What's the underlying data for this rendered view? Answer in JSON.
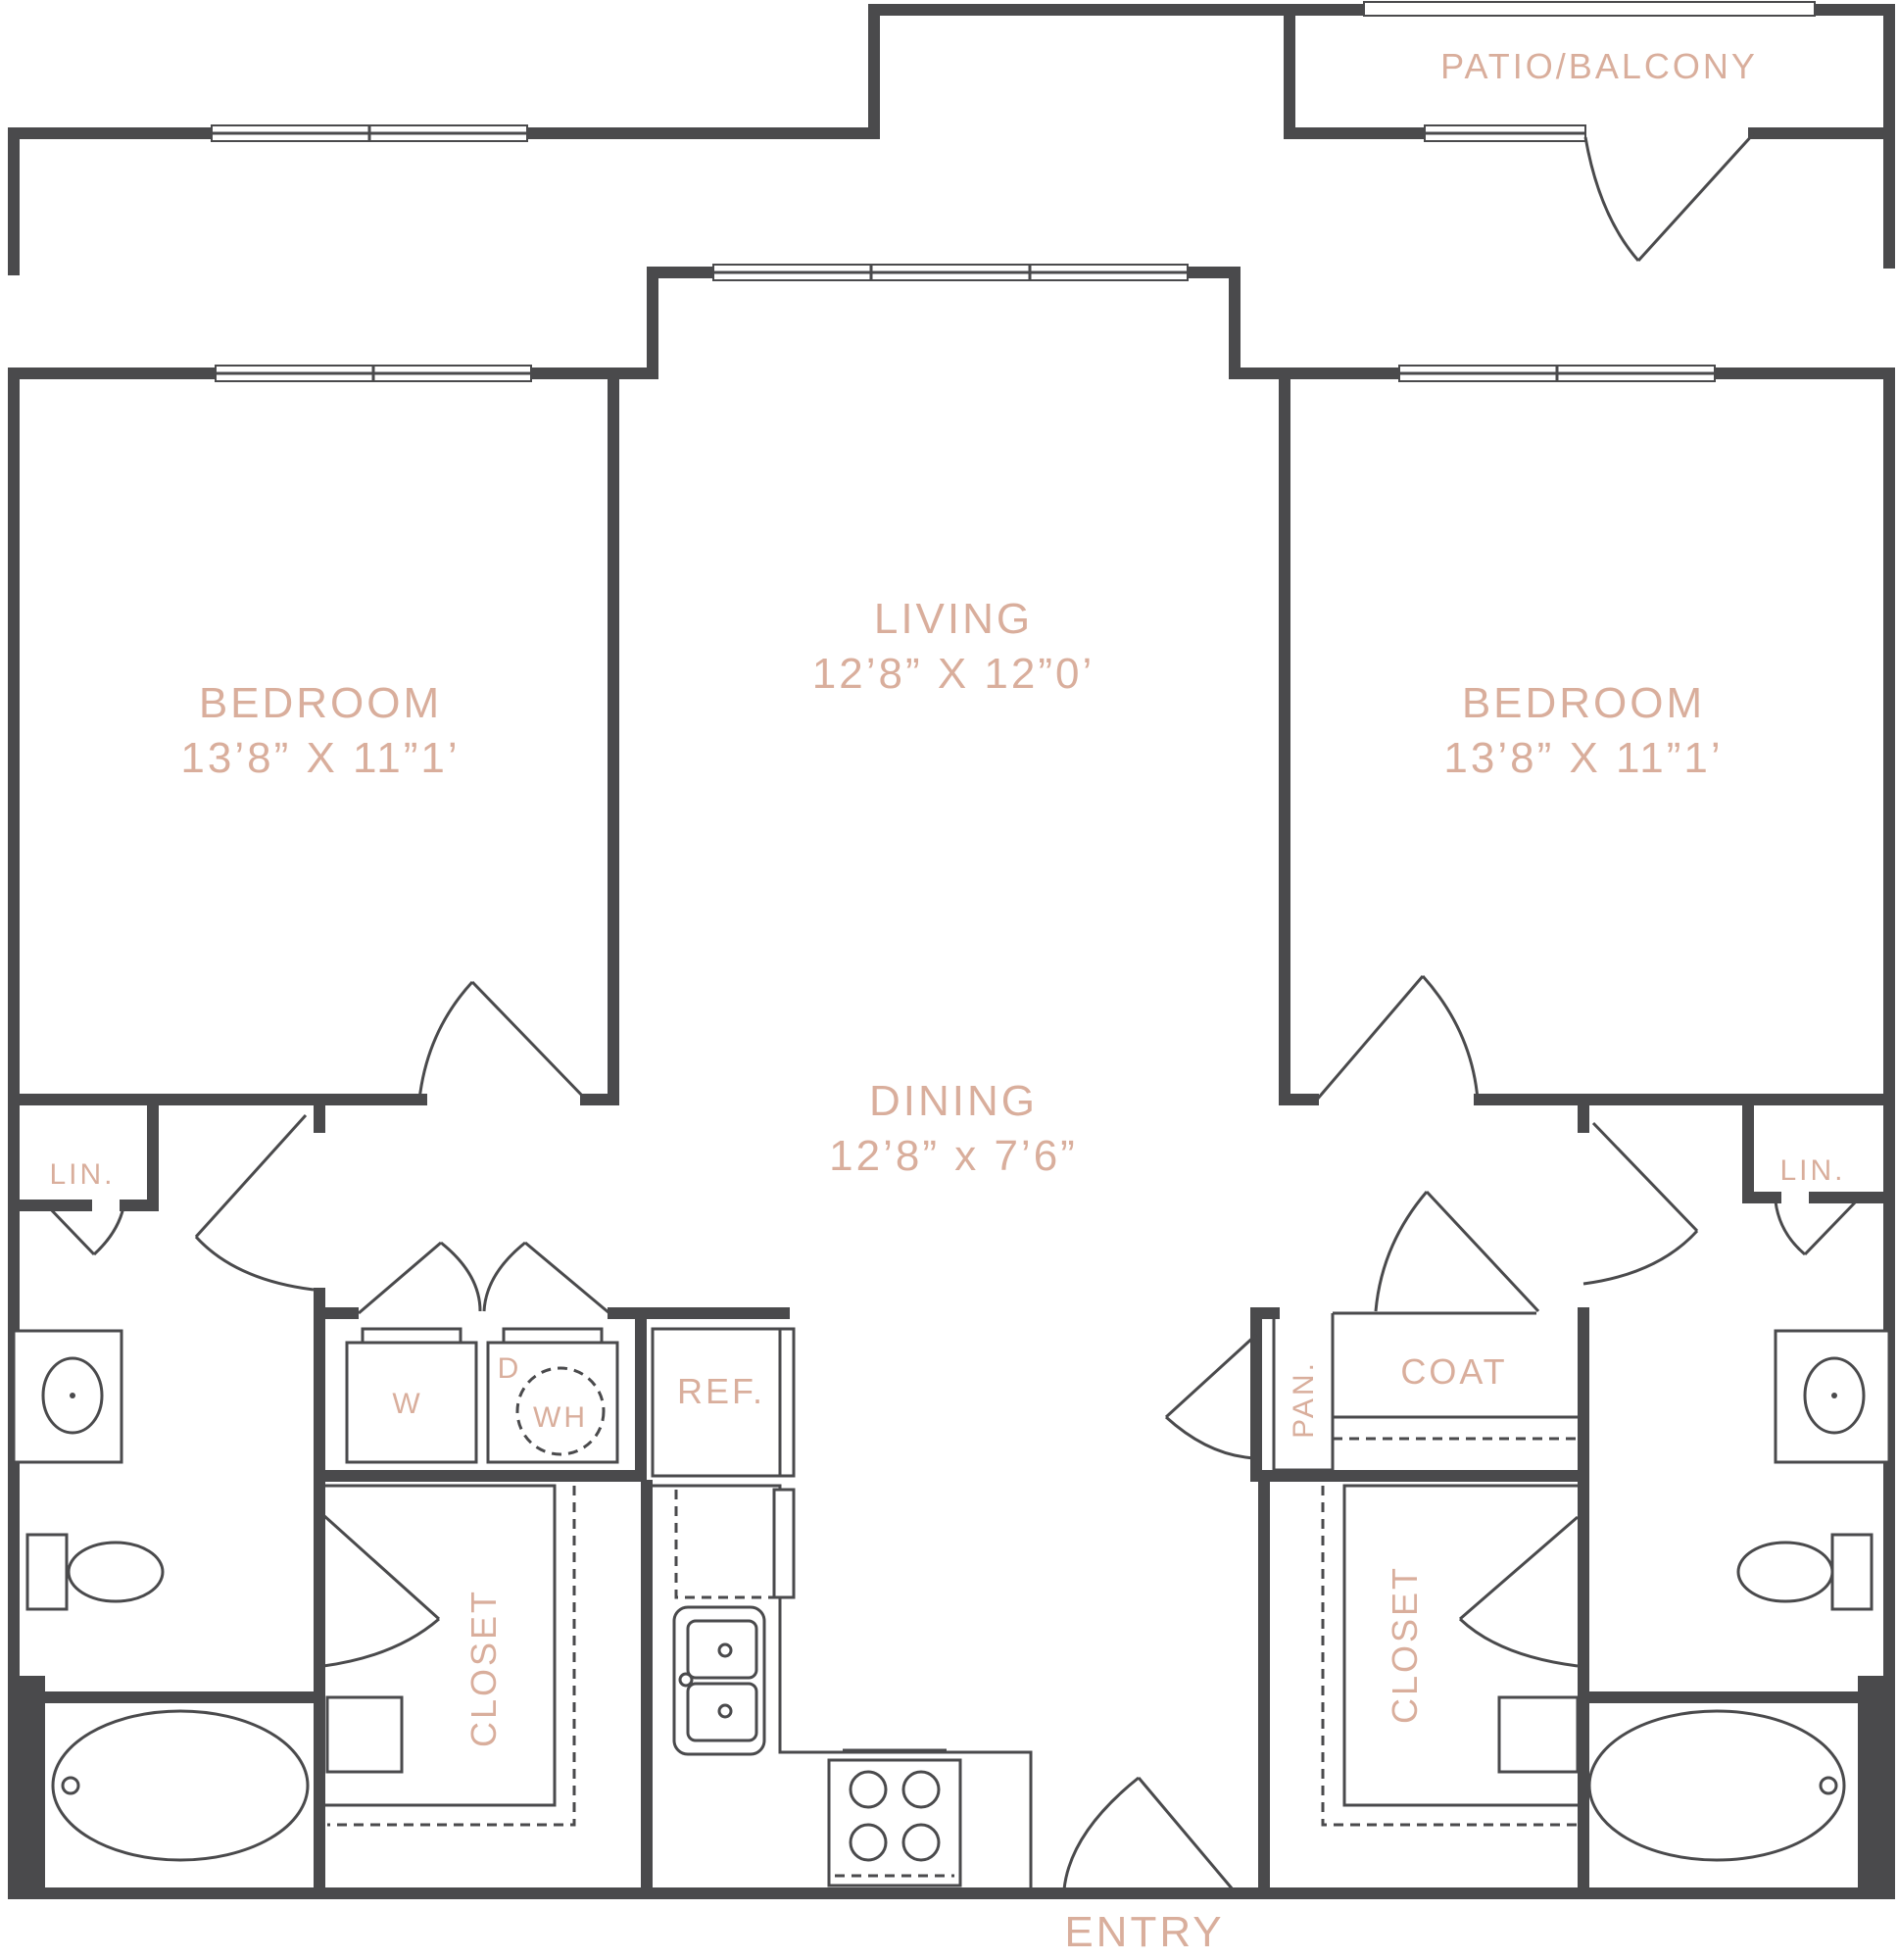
{
  "colors": {
    "wall": "#4a4a4c",
    "label": "#d9ae9c",
    "background": "#ffffff"
  },
  "rooms": {
    "patio": {
      "name": "PATIO/BALCONY"
    },
    "living": {
      "name": "LIVING",
      "size": "12’8” X 12”0’"
    },
    "bedroom_left": {
      "name": "BEDROOM",
      "size": "13’8” X 11”1’"
    },
    "bedroom_right": {
      "name": "BEDROOM",
      "size": "13’8” X 11”1’"
    },
    "dining": {
      "name": "DINING",
      "size": "12’8” x 7’6”"
    },
    "linen_left": {
      "name": "LIN."
    },
    "linen_right": {
      "name": "LIN."
    },
    "coat": {
      "name": "COAT"
    },
    "pantry": {
      "name": "PAN."
    },
    "closet_left": {
      "name": "CLOSET"
    },
    "closet_right": {
      "name": "CLOSET"
    },
    "entry": {
      "name": "ENTRY"
    }
  },
  "appliances": {
    "washer": "W",
    "dryer": "D",
    "water_heater": "WH",
    "refrigerator": "REF."
  },
  "icons": [
    "sink-icon",
    "toilet-icon",
    "bathtub-icon",
    "stove-icon",
    "kitchen-sink-icon",
    "refrigerator-icon",
    "washer-icon",
    "water-heater-icon",
    "door-swing-icon",
    "window-icon"
  ]
}
